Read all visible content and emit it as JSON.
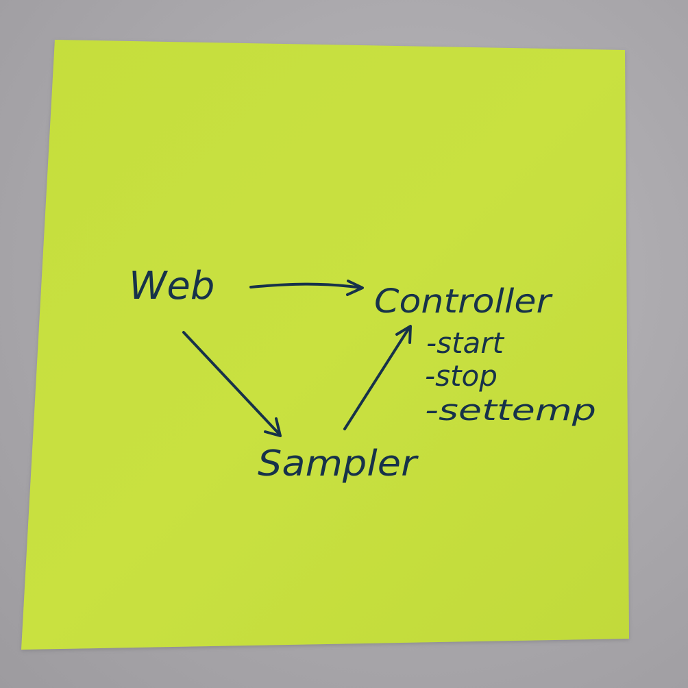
{
  "colors": {
    "background": "#a9a7ab",
    "note": "#c6df3e",
    "ink": "#17324a"
  },
  "nodes": {
    "web": "Web",
    "controller": "Controller",
    "sampler": "Sampler"
  },
  "controller_items": [
    "-start",
    "-stop",
    "-settemp"
  ],
  "edges": [
    {
      "from": "Web",
      "to": "Controller"
    },
    {
      "from": "Web",
      "to": "Sampler"
    },
    {
      "from": "Sampler",
      "to": "Controller"
    }
  ]
}
